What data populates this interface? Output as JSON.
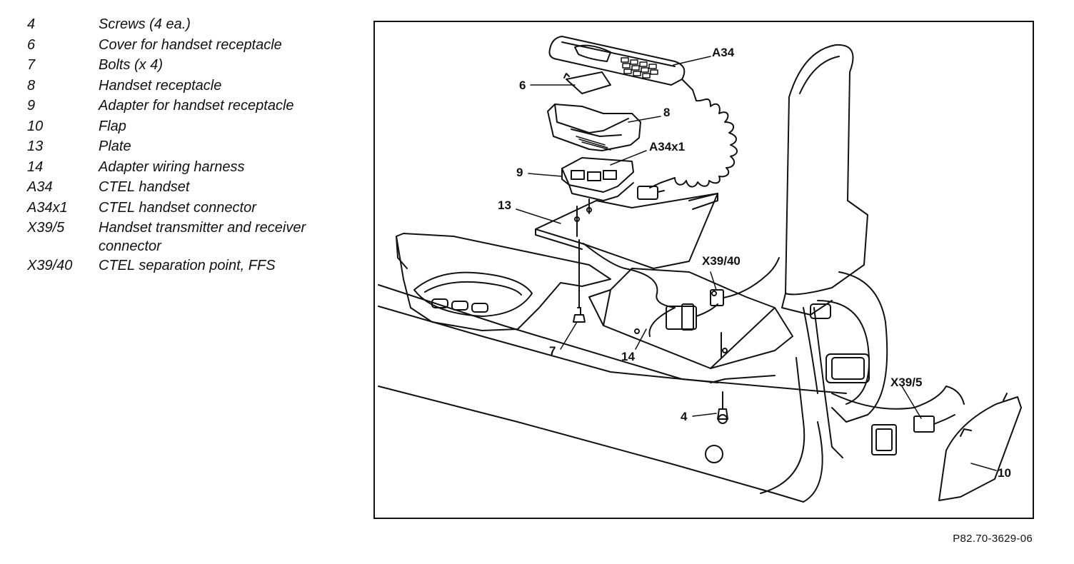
{
  "legend": [
    {
      "key": "4",
      "desc": "Screws (4 ea.)"
    },
    {
      "key": "6",
      "desc": "Cover for handset receptacle"
    },
    {
      "key": "7",
      "desc": "Bolts (x 4)"
    },
    {
      "key": "8",
      "desc": "Handset receptacle"
    },
    {
      "key": "9",
      "desc": "Adapter for handset receptacle"
    },
    {
      "key": "10",
      "desc": "Flap"
    },
    {
      "key": "13",
      "desc": "Plate"
    },
    {
      "key": "14",
      "desc": "Adapter wiring harness"
    },
    {
      "key": "A34",
      "desc": "CTEL handset"
    },
    {
      "key": "A34x1",
      "desc": "CTEL handset connector"
    },
    {
      "key": "X39/5",
      "desc": "Handset transmitter and receiver connector"
    },
    {
      "key": "X39/40",
      "desc": "CTEL separation point, FFS"
    }
  ],
  "callouts": {
    "a34": "A34",
    "c6": "6",
    "c8": "8",
    "a34x1": "A34x1",
    "c9": "9",
    "c13": "13",
    "x3940": "X39/40",
    "c7": "7",
    "c14": "14",
    "x395": "X39/5",
    "c4": "4",
    "c10": "10"
  },
  "reference": "P82.70-3629-06"
}
